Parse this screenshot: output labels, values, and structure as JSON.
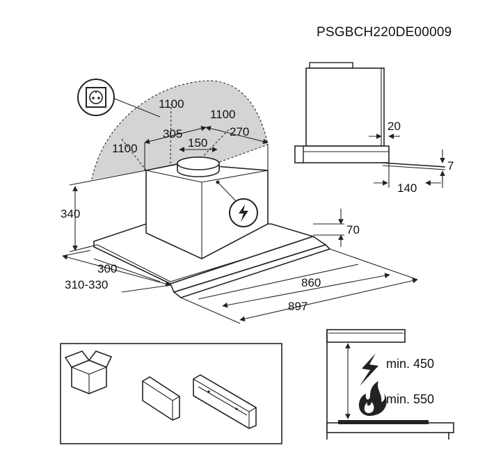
{
  "product_code": "PSGBCH220DE00009",
  "main_view": {
    "dims": {
      "d1100_top": "1100",
      "d1100_right": "1100",
      "d1100_left": "1100",
      "d305": "305",
      "d150": "150",
      "d270": "270",
      "d340": "340",
      "d70": "70",
      "d300": "300",
      "d310_330": "310-330",
      "d860": "860",
      "d897": "897"
    },
    "icons": [
      "power-socket-icon",
      "electric-connection-icon"
    ]
  },
  "side_view": {
    "dims": {
      "d20": "20",
      "d7": "7",
      "d140": "140"
    }
  },
  "accessories": {
    "icons": [
      "box-icon",
      "bracket-icon",
      "rail-icon"
    ]
  },
  "installation": {
    "electric_min": "min. 450",
    "gas_min": "min. 550",
    "icons": [
      "electric-hob-icon",
      "gas-flame-icon"
    ]
  }
}
